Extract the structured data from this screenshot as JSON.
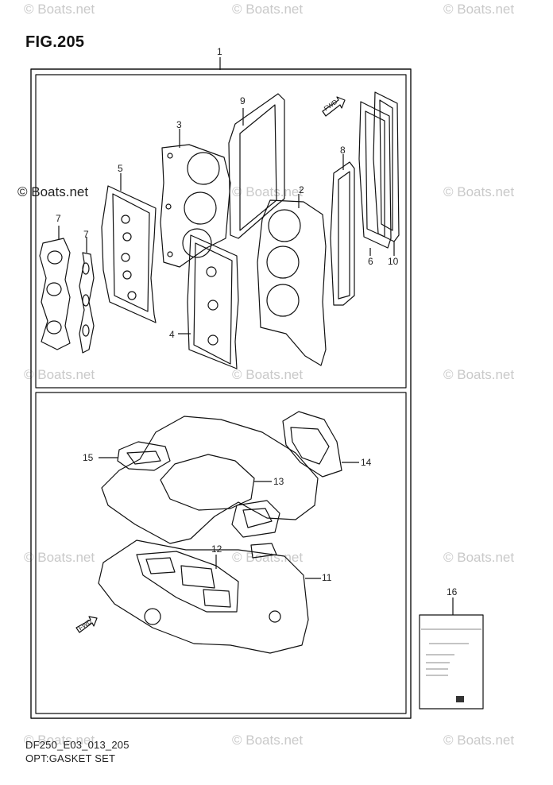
{
  "figure": {
    "title": "FIG.205"
  },
  "watermark": "© Boats.net",
  "parts": [
    "1",
    "2",
    "3",
    "4",
    "5",
    "6",
    "7",
    "7",
    "8",
    "9",
    "10",
    "11",
    "12",
    "13",
    "14",
    "15",
    "16"
  ],
  "fwd_label": "FWD",
  "footer": {
    "code": "DF250_E03_013_205",
    "caption": "OPT:GASKET SET"
  }
}
